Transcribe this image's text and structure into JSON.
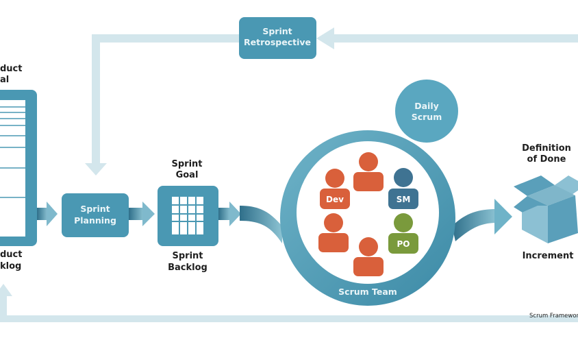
{
  "colors": {
    "primary": "#4a98b3",
    "light_arrow": "#cfe3ea",
    "dev": "#d9603b",
    "sm": "#3f7392",
    "po": "#7a9a3c"
  },
  "retrospective": {
    "line1": "Sprint",
    "line2": "Retrospective"
  },
  "product_goal": {
    "line1": "duct",
    "line2": "al"
  },
  "product_backlog": {
    "line1": "duct",
    "line2": "klog"
  },
  "planning": {
    "line1": "Sprint",
    "line2": "Planning"
  },
  "sprint_goal": {
    "line1": "Sprint",
    "line2": "Goal"
  },
  "sprint_backlog": {
    "line1": "Sprint",
    "line2": "Backlog"
  },
  "daily_scrum": {
    "line1": "Daily",
    "line2": "Scrum"
  },
  "scrum_team": {
    "label": "Scrum Team",
    "members": [
      "Dev",
      "SM",
      "PO"
    ]
  },
  "definition_of_done": {
    "line1": "Definition",
    "line2": "of Done"
  },
  "increment": {
    "label": "Increment"
  },
  "caption": "Scrum Framewor"
}
